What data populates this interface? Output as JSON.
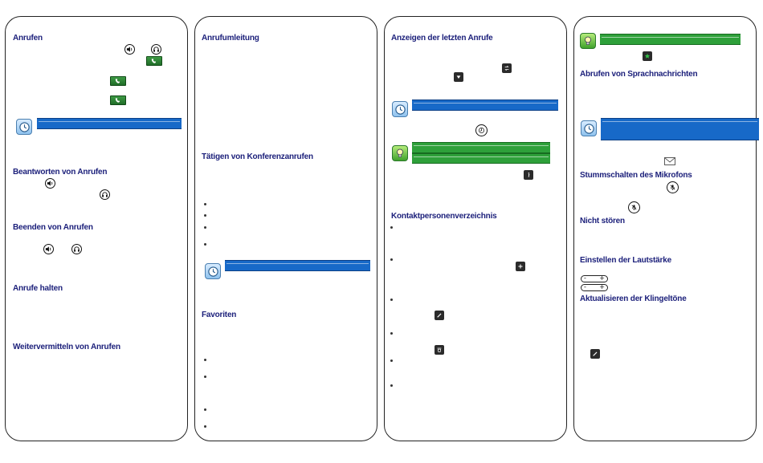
{
  "panel1": {
    "headings": [
      "Anrufen",
      "Beantworten von Anrufen",
      "Beenden von Anrufen",
      "Anrufe halten",
      "Weitervermitteln von Anrufen"
    ]
  },
  "panel2": {
    "headings": [
      "Anrufumleitung",
      "Tätigen von Konferenzanrufen",
      "Favoriten"
    ]
  },
  "panel3": {
    "headings": [
      "Anzeigen der letzten Anrufe",
      "Kontaktpersonenverzeichnis"
    ]
  },
  "panel4": {
    "headings": [
      "Abrufen von Sprachnachrichten",
      "Stummschalten des Mikrofons",
      "Nicht stören",
      "Einstellen der Lautstärke",
      "Aktualisieren der Klingeltöne"
    ],
    "volume_minus": "-",
    "volume_plus": "+"
  },
  "icons": {
    "speaker": "speaker-icon",
    "headset": "headset-icon",
    "call": "call-icon",
    "tip": "tip-clock-icon",
    "idea": "lightbulb-icon",
    "swap": "swap-icon",
    "dropdown": "dropdown-icon",
    "clock": "clock-icon",
    "info": "info-icon",
    "add": "add-icon",
    "edit": "edit-icon",
    "delete": "delete-icon",
    "star": "star-icon",
    "envelope": "envelope-icon",
    "microphone": "microphone-icon"
  },
  "colors": {
    "heading": "#1b1f7a",
    "note_bar": "#1769c8",
    "idea_bar": "#2ea03a",
    "call_button": "#2d8a38"
  }
}
